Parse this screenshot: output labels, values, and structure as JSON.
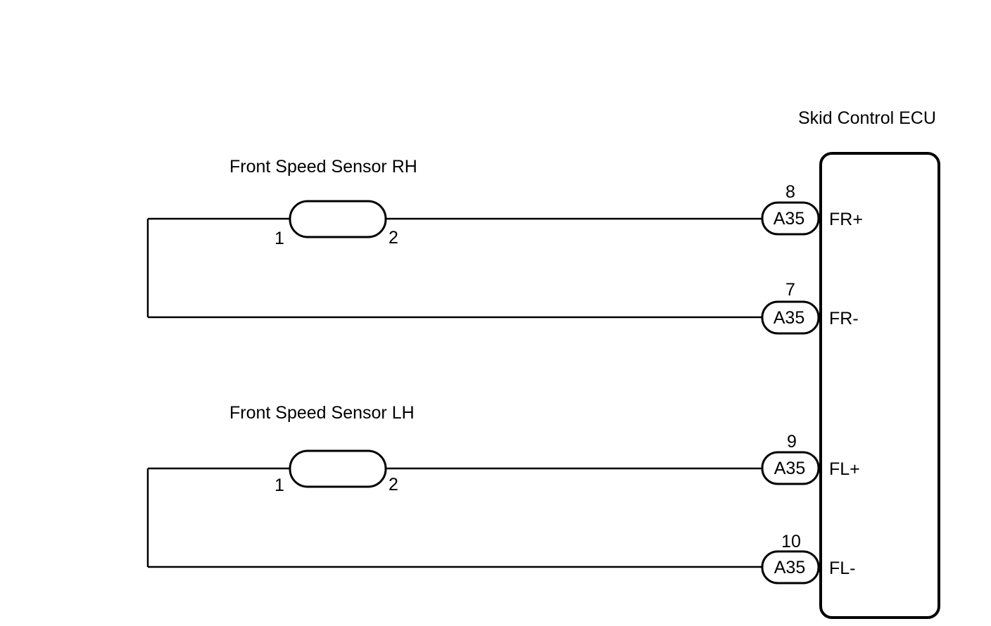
{
  "ecu": {
    "title": "Skid Control ECU",
    "terminals": [
      {
        "connector": "A35",
        "pin": "8",
        "name": "FR+"
      },
      {
        "connector": "A35",
        "pin": "7",
        "name": "FR-"
      },
      {
        "connector": "A35",
        "pin": "9",
        "name": "FL+"
      },
      {
        "connector": "A35",
        "pin": "10",
        "name": "FL-"
      }
    ]
  },
  "sensors": [
    {
      "title": "Front Speed Sensor RH",
      "pin_left": "1",
      "pin_right": "2"
    },
    {
      "title": "Front Speed Sensor LH",
      "pin_left": "1",
      "pin_right": "2"
    }
  ]
}
